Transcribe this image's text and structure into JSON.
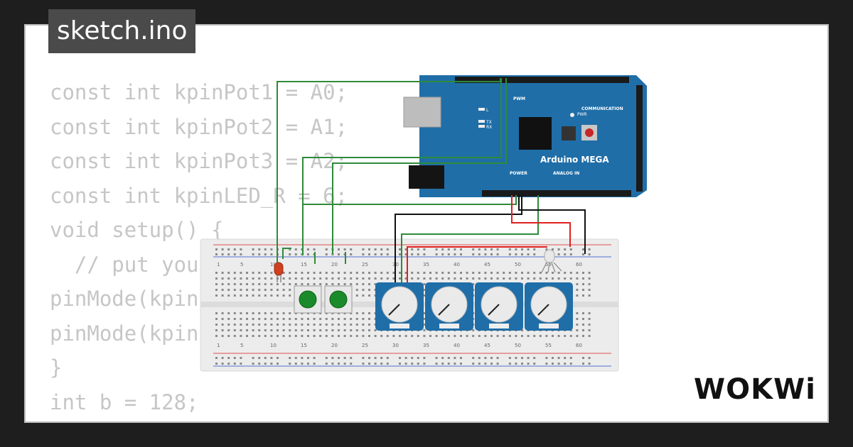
{
  "file": {
    "tab_title": "sketch.ino"
  },
  "code_lines": [
    "const int kpinPot1 = A0;",
    "const int kpinPot2 = A1;",
    "const int kpinPot3 = A2;",
    "const int kpinLED_R = 6;",
    "void setup() {",
    "  // put your se",
    "pinMode(kpinl",
    "pinMode(kpinl",
    "}",
    "int b = 128;"
  ],
  "board": {
    "name": "Arduino MEGA",
    "section_pwm": "PWM",
    "section_comm": "COMMUNICATION",
    "section_power": "POWER",
    "section_analog": "ANALOG IN",
    "led_pwr": "PWR",
    "led_l": "L",
    "led_tx": "TX",
    "led_rx": "RX",
    "color": "#1f6ea8"
  },
  "breadboard": {
    "column_numbers": [
      "1",
      "5",
      "10",
      "15",
      "20",
      "25",
      "30",
      "35",
      "40",
      "45",
      "50",
      "55",
      "60"
    ]
  },
  "brand": {
    "logo": "WOKWi"
  },
  "colors": {
    "wire_green": "#2e8b3a",
    "wire_red": "#e02020",
    "wire_black": "#111111",
    "code_text": "#c6c6c6"
  }
}
